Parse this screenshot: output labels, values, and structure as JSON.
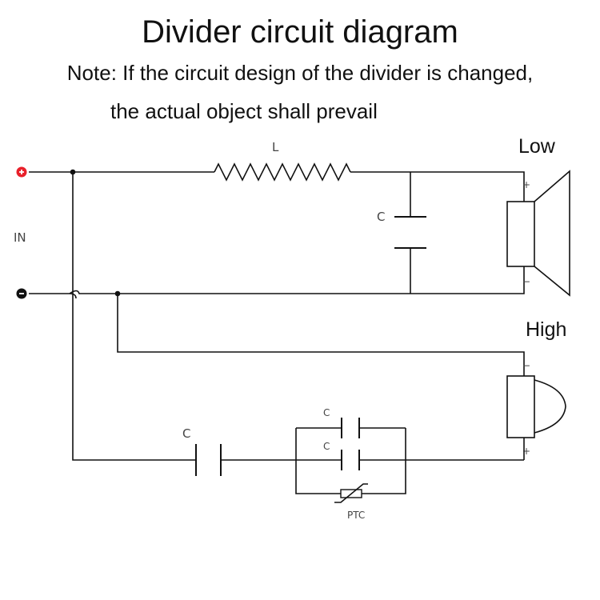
{
  "title": "Divider circuit diagram",
  "note_line1": "Note: If the circuit design of the divider is changed,",
  "note_line2": "the actual object shall prevail",
  "diagram": {
    "input_label": "IN",
    "inductor_label": "L",
    "low_capacitor_label": "C",
    "series_capacitor_label": "C",
    "parallel_capacitor_top_label": "C",
    "parallel_capacitor_bottom_label": "C",
    "ptc_label": "PTC",
    "low_speaker_label": "Low",
    "high_speaker_label": "High",
    "plus_sign": "+",
    "minus_sign": "−",
    "colors": {
      "positive_terminal": "#e8202a",
      "negative_terminal": "#111111",
      "wire": "#111111"
    }
  }
}
